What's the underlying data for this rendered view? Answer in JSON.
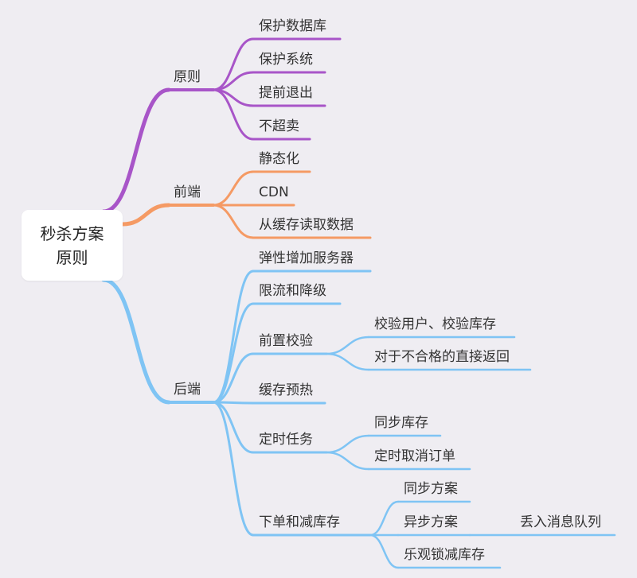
{
  "colors": {
    "background": "#efedf2",
    "principle": "#a855c8",
    "frontend": "#f59a64",
    "backend": "#7fc4f4",
    "root_box": "#ffffff",
    "text": "#333333"
  },
  "root": {
    "line1": "秒杀方案",
    "line2": "原则"
  },
  "branches": {
    "principle": {
      "label": "原则",
      "children": [
        "保护数据库",
        "保护系统",
        "提前退出",
        "不超卖"
      ]
    },
    "frontend": {
      "label": "前端",
      "children": [
        "静态化",
        "CDN",
        "从缓存读取数据"
      ]
    },
    "backend": {
      "label": "后端",
      "elastic": "弹性增加服务器",
      "ratelimit": "限流和降级",
      "precheck": {
        "label": "前置校验",
        "children": [
          "校验用户、校验库存",
          "对于不合格的直接返回"
        ]
      },
      "warmup": "缓存预热",
      "scheduled": {
        "label": "定时任务",
        "children": [
          "同步库存",
          "定时取消订单"
        ]
      },
      "order": {
        "label": "下单和减库存",
        "sync": "同步方案",
        "async": {
          "label": "异步方案",
          "child": "丢入消息队列"
        },
        "optimistic": "乐观锁减库存"
      }
    }
  }
}
